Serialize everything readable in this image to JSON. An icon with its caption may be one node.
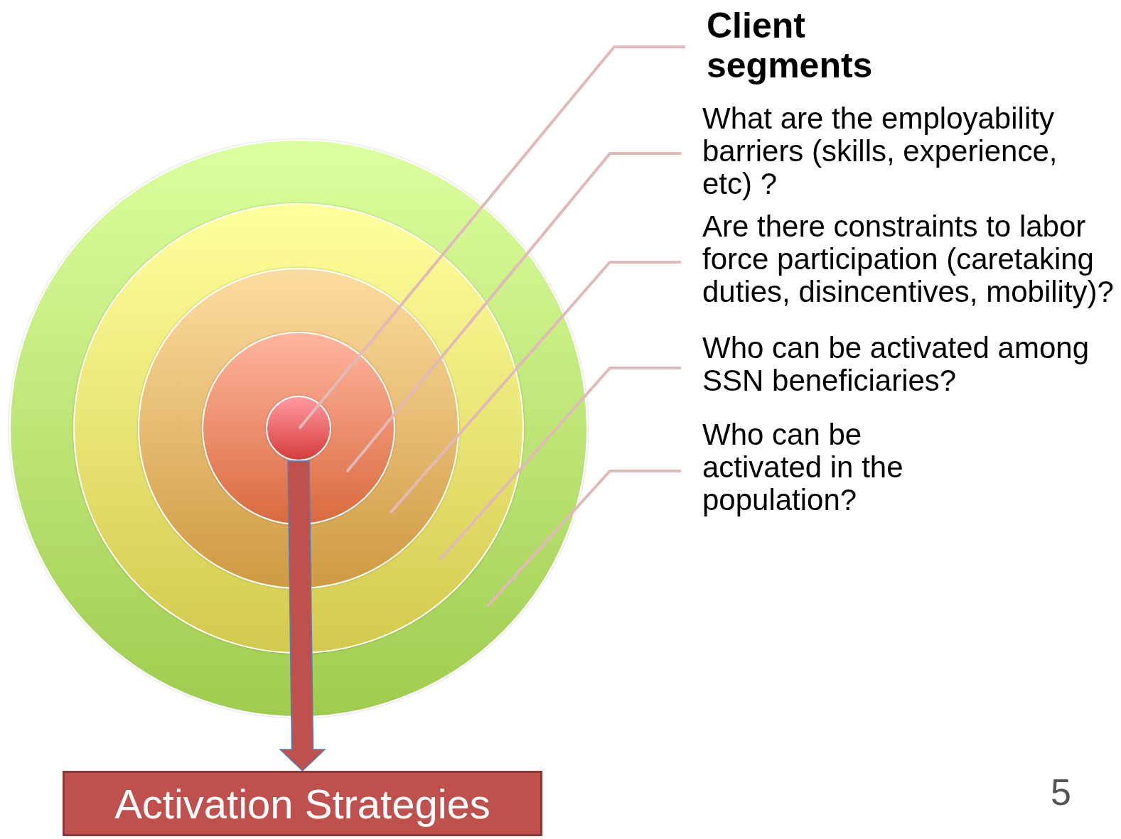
{
  "diagram": {
    "nodes": [
      {
        "text": [],
        "shape": "circle"
      },
      {
        "text": [],
        "shape": "circle",
        "in": 0
      },
      {
        "text": [],
        "shape": "circle",
        "in": 1
      },
      {
        "text": [],
        "shape": "circle",
        "in": 2
      },
      {
        "text": [],
        "shape": "circle",
        "in": 3
      },
      {
        "text": [
          "Client segments"
        ]
      },
      {
        "text": [
          "What are the employability barriers (skills, experience, etc) ?"
        ]
      },
      {
        "text": [
          "Are there constraints to labor force participation (caretaking duties, disincentives, mobility)?"
        ]
      },
      {
        "text": [
          "Who can be activated among SSN beneficiaries?"
        ]
      },
      {
        "text": [
          "Who can be activated in the population?"
        ]
      },
      {
        "text": [
          "Activation Strategies"
        ]
      }
    ],
    "edges": [
      {
        "from": 5,
        "to": 4,
        "arrow": "none"
      },
      {
        "from": 6,
        "to": 3,
        "arrow": "none"
      },
      {
        "from": 7,
        "to": 2,
        "arrow": "none"
      },
      {
        "from": 8,
        "to": 1,
        "arrow": "none"
      },
      {
        "from": 9,
        "to": 0,
        "arrow": "none"
      },
      {
        "from": 4,
        "to": 10,
        "arrow": "to",
        "style": "thick",
        "color": "#c0504d"
      }
    ],
    "labels": [
      "5"
    ]
  }
}
